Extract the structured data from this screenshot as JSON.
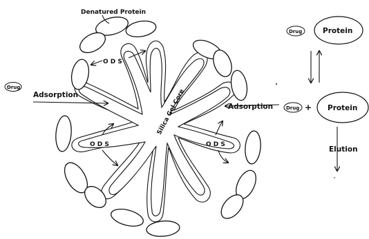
{
  "labels": {
    "denatured_protein": "Denatured Protein",
    "ods": "O D S",
    "silica_gel_core": "Silica Gel Core",
    "adsorption": "Adsorption",
    "drug": "Drug",
    "protein": "Protein",
    "elution": "Elution",
    "plus": "+"
  },
  "colors": {
    "ink": "#111111",
    "background": "#ffffff"
  }
}
